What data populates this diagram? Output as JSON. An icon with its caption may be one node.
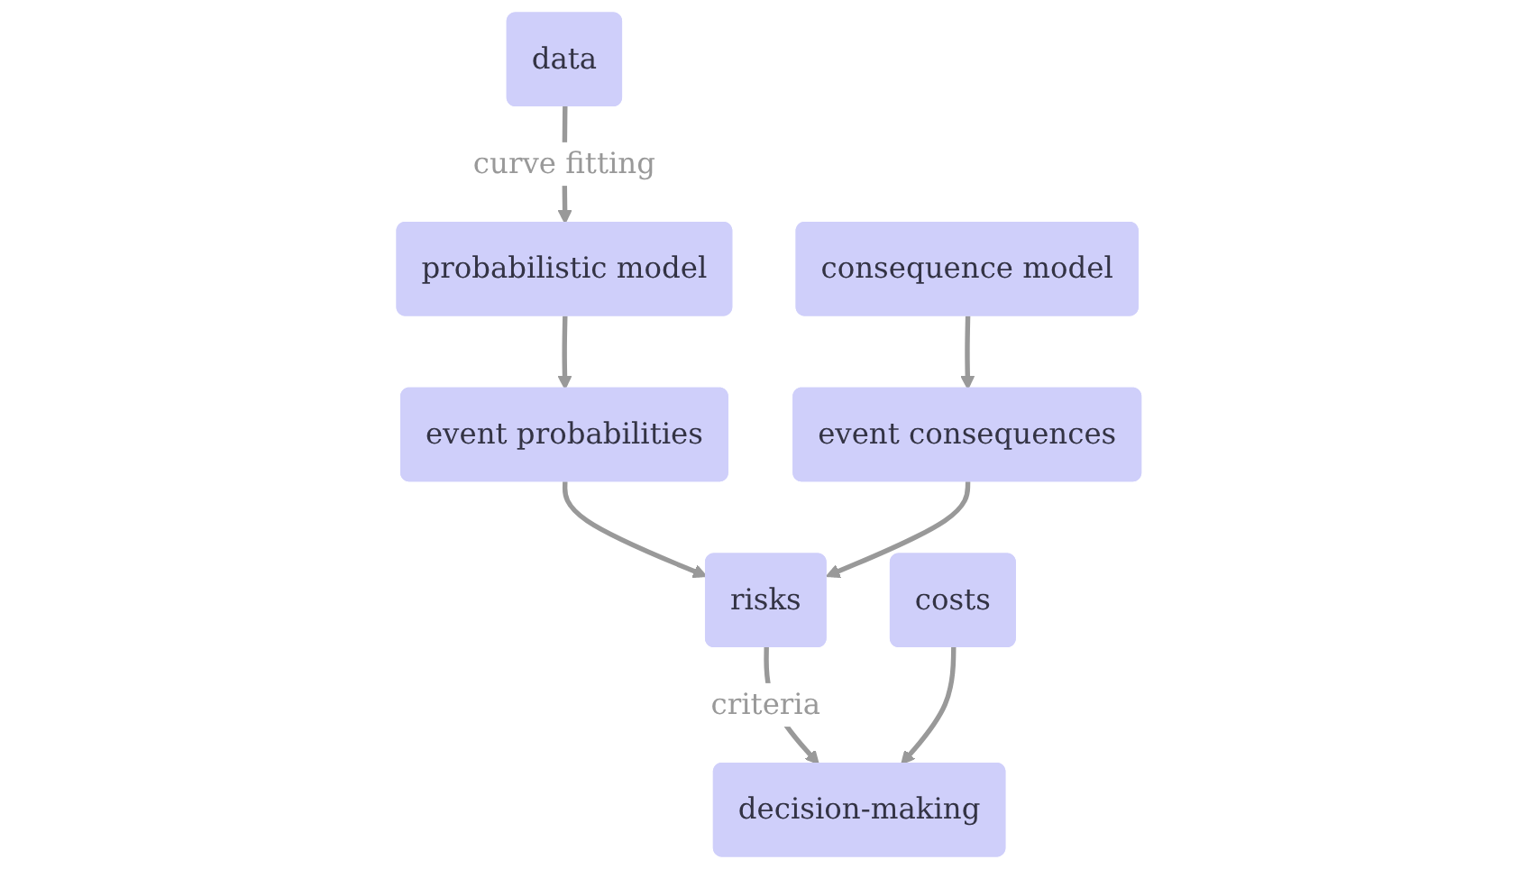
{
  "diagram": {
    "nodes": [
      {
        "text": [
          "data"
        ]
      },
      {
        "text": [
          "probabilistic model"
        ]
      },
      {
        "text": [
          "consequence model"
        ]
      },
      {
        "text": [
          "event probabilities"
        ]
      },
      {
        "text": [
          "event consequences"
        ]
      },
      {
        "text": [
          "risks"
        ]
      },
      {
        "text": [
          "costs"
        ]
      },
      {
        "text": [
          "decision-making"
        ]
      }
    ],
    "edges": [
      {
        "from": 0,
        "to": 1,
        "arrow": "to",
        "label": "curve fitting"
      },
      {
        "from": 1,
        "to": 3,
        "arrow": "to"
      },
      {
        "from": 2,
        "to": 4,
        "arrow": "to"
      },
      {
        "from": 3,
        "to": 5,
        "arrow": "to"
      },
      {
        "from": 4,
        "to": 5,
        "arrow": "to"
      },
      {
        "from": 5,
        "to": 7,
        "arrow": "to",
        "label": "criteria"
      },
      {
        "from": 6,
        "to": 7,
        "arrow": "to"
      }
    ]
  }
}
